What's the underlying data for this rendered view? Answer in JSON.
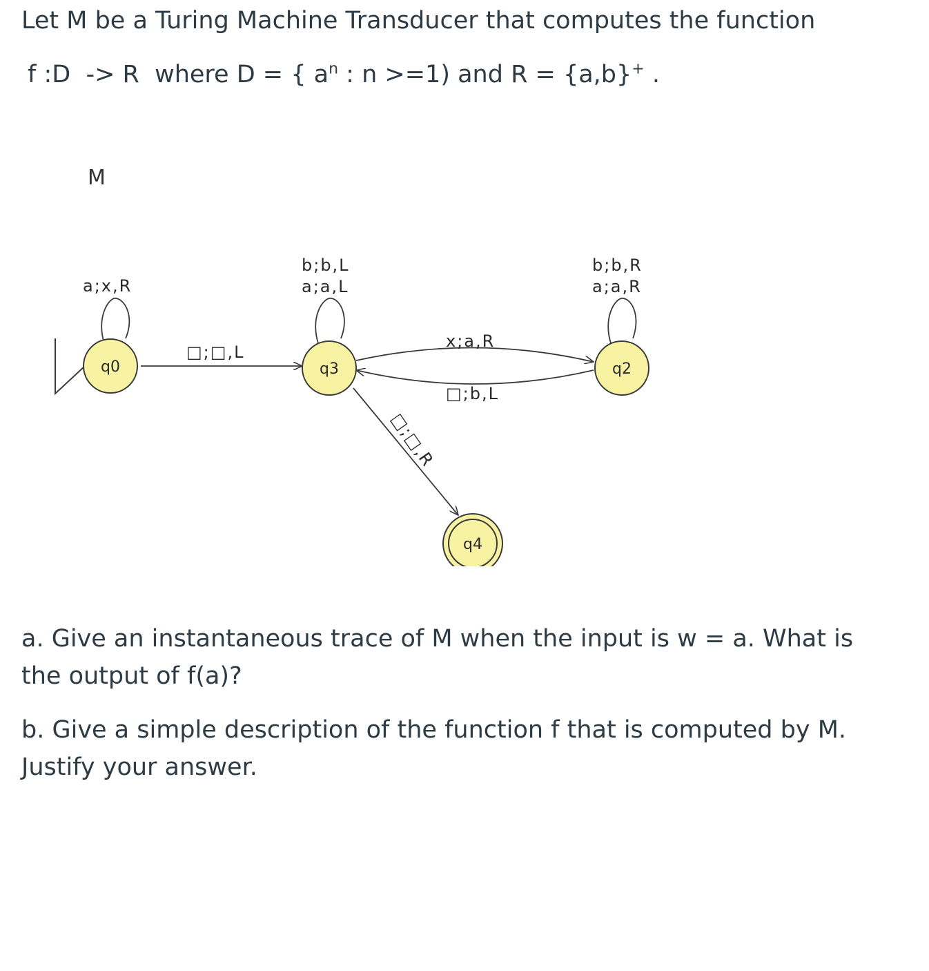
{
  "intro": {
    "line1": "Let M be a Turing Machine Transducer that computes the function",
    "line2_before_sup": "f :D  -> R  where D = { a",
    "line2_sup1": "n",
    "line2_middle": " : n >=1) and R = {a,b}",
    "line2_sup2": "+",
    "line2_end": " ."
  },
  "machine": {
    "name": "M",
    "states": {
      "q0": "q0",
      "q3": "q3",
      "q2": "q2",
      "q4": "q4"
    },
    "transitions": {
      "q0_loop": "a;x,R",
      "q0_to_q3": "□;□,L",
      "q3_loop_1": "b;b,L",
      "q3_loop_2": "a;a,L",
      "q3_to_q2": "x;a,R",
      "q2_to_q3": "□;b,L",
      "q2_loop_1": "b;b,R",
      "q2_loop_2": "a;a,R",
      "q3_to_q4": "□;□,R"
    },
    "colors": {
      "state_fill": "#f7f3a3",
      "state_stroke": "#3a3a3a"
    }
  },
  "questions": {
    "a": "a.  Give an instantaneous trace of M when the input is w = a. What is the output of f(a)?",
    "b": "b.  Give a simple description of the function f that is computed by M. Justify your answer."
  }
}
